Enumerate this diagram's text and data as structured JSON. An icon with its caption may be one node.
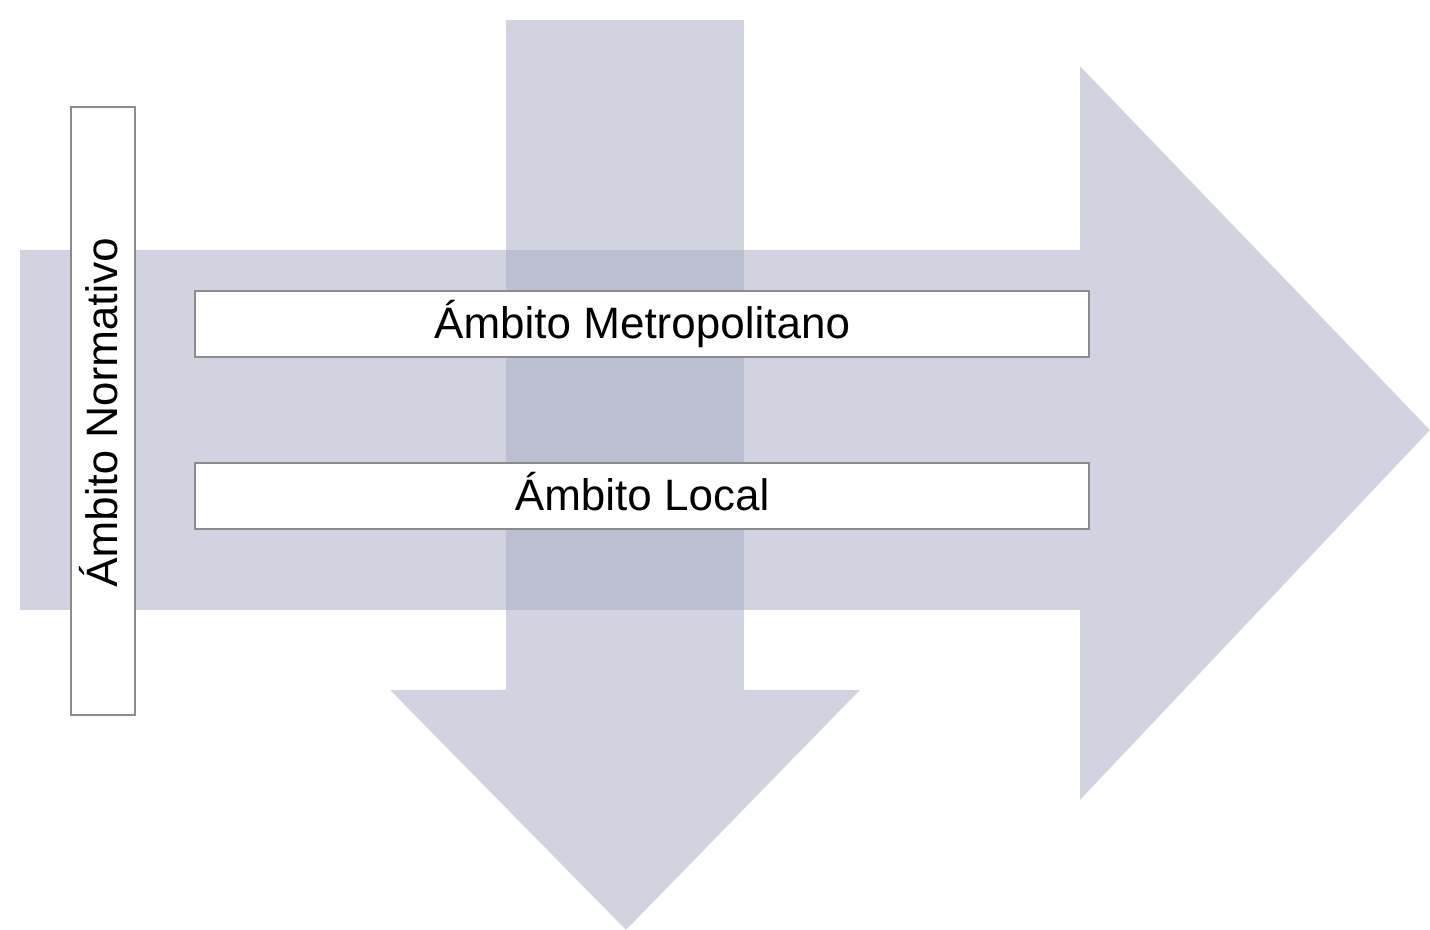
{
  "diagram": {
    "nodes": [
      {
        "text": [
          "Ámbito Normativo"
        ]
      },
      {
        "text": [
          "Ámbito Metropolitano"
        ]
      },
      {
        "text": [
          "Ámbito Local"
        ]
      }
    ]
  }
}
